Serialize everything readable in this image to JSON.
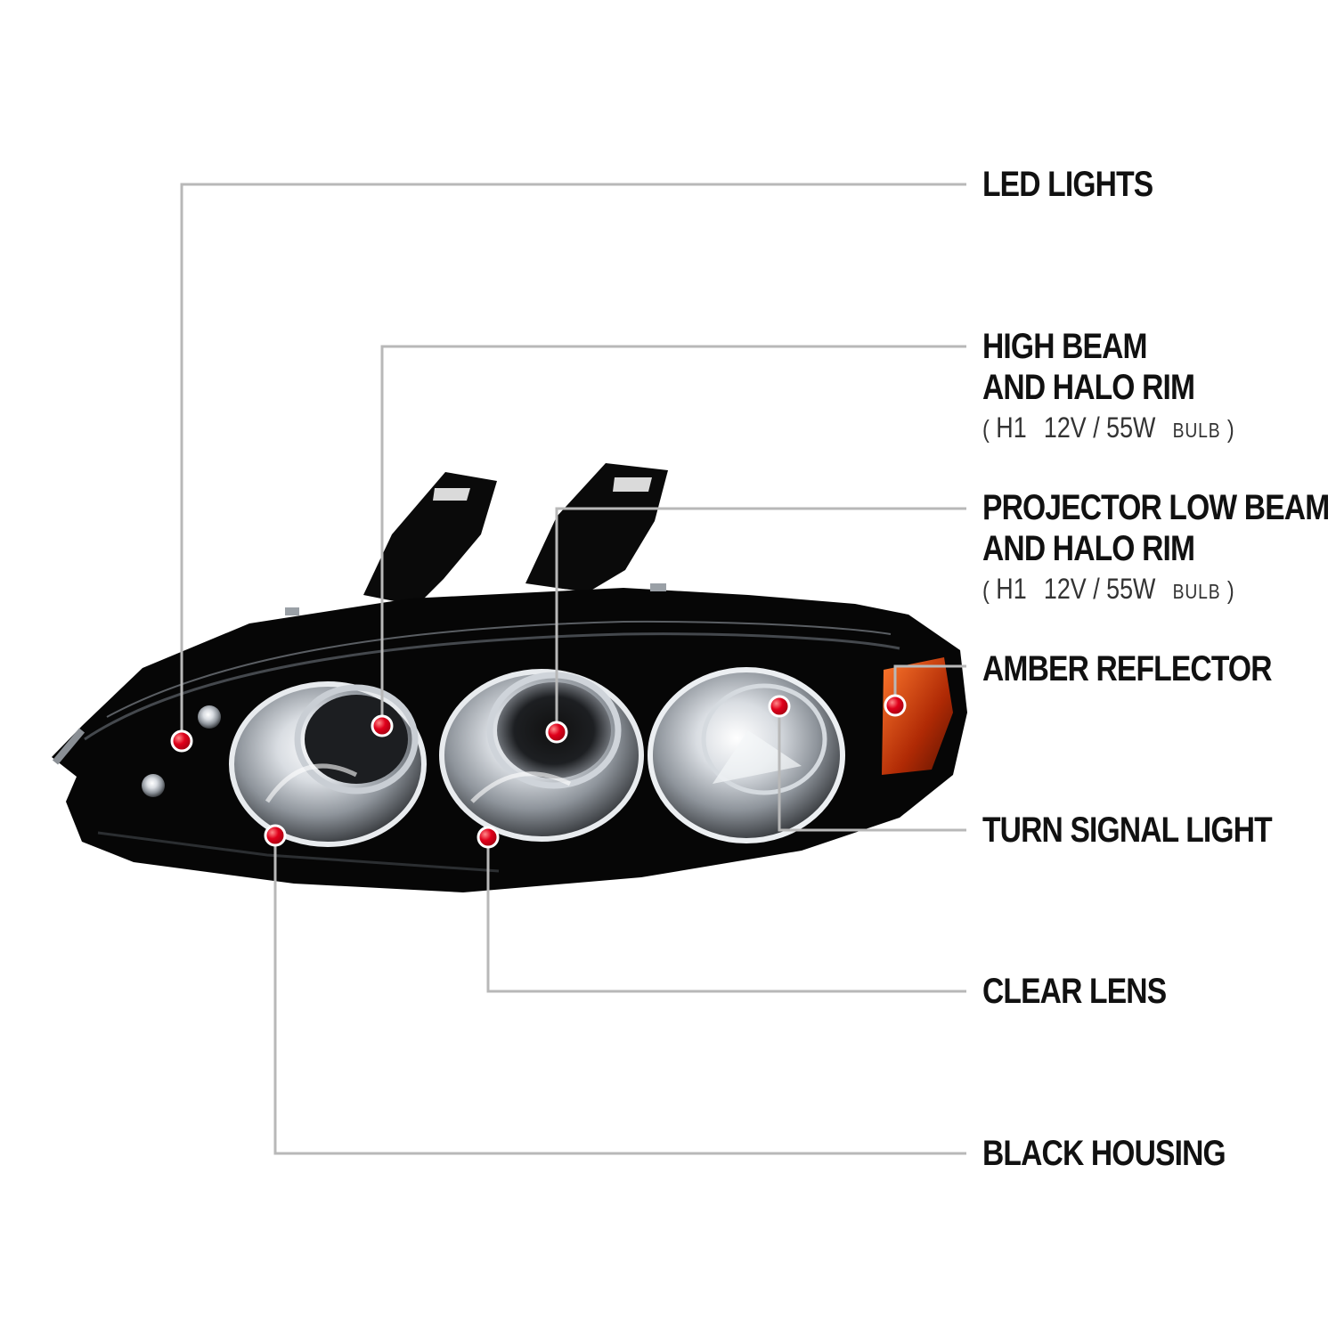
{
  "colors": {
    "leader": "#b8b8b8",
    "marker": "#e0001b",
    "housing": "#060606",
    "label_text": "#111111"
  },
  "callouts": {
    "led_lights": {
      "label": "LED LIGHTS"
    },
    "high_beam": {
      "line1": "HIGH BEAM",
      "line2": "AND HALO RIM",
      "spec": {
        "open": "(",
        "bulb": "H1",
        "voltage": "12V / 55W",
        "unit": "BULB",
        "close": ")"
      }
    },
    "low_beam": {
      "line1": "PROJECTOR LOW BEAM",
      "line2": "AND HALO RIM",
      "spec": {
        "open": "(",
        "bulb": "H1",
        "voltage": "12V / 55W",
        "unit": "BULB",
        "close": ")"
      }
    },
    "amber_reflector": {
      "label": "AMBER REFLECTOR"
    },
    "turn_signal": {
      "label": "TURN SIGNAL LIGHT"
    },
    "clear_lens": {
      "label": "CLEAR LENS"
    },
    "black_housing": {
      "label": "BLACK HOUSING"
    }
  }
}
